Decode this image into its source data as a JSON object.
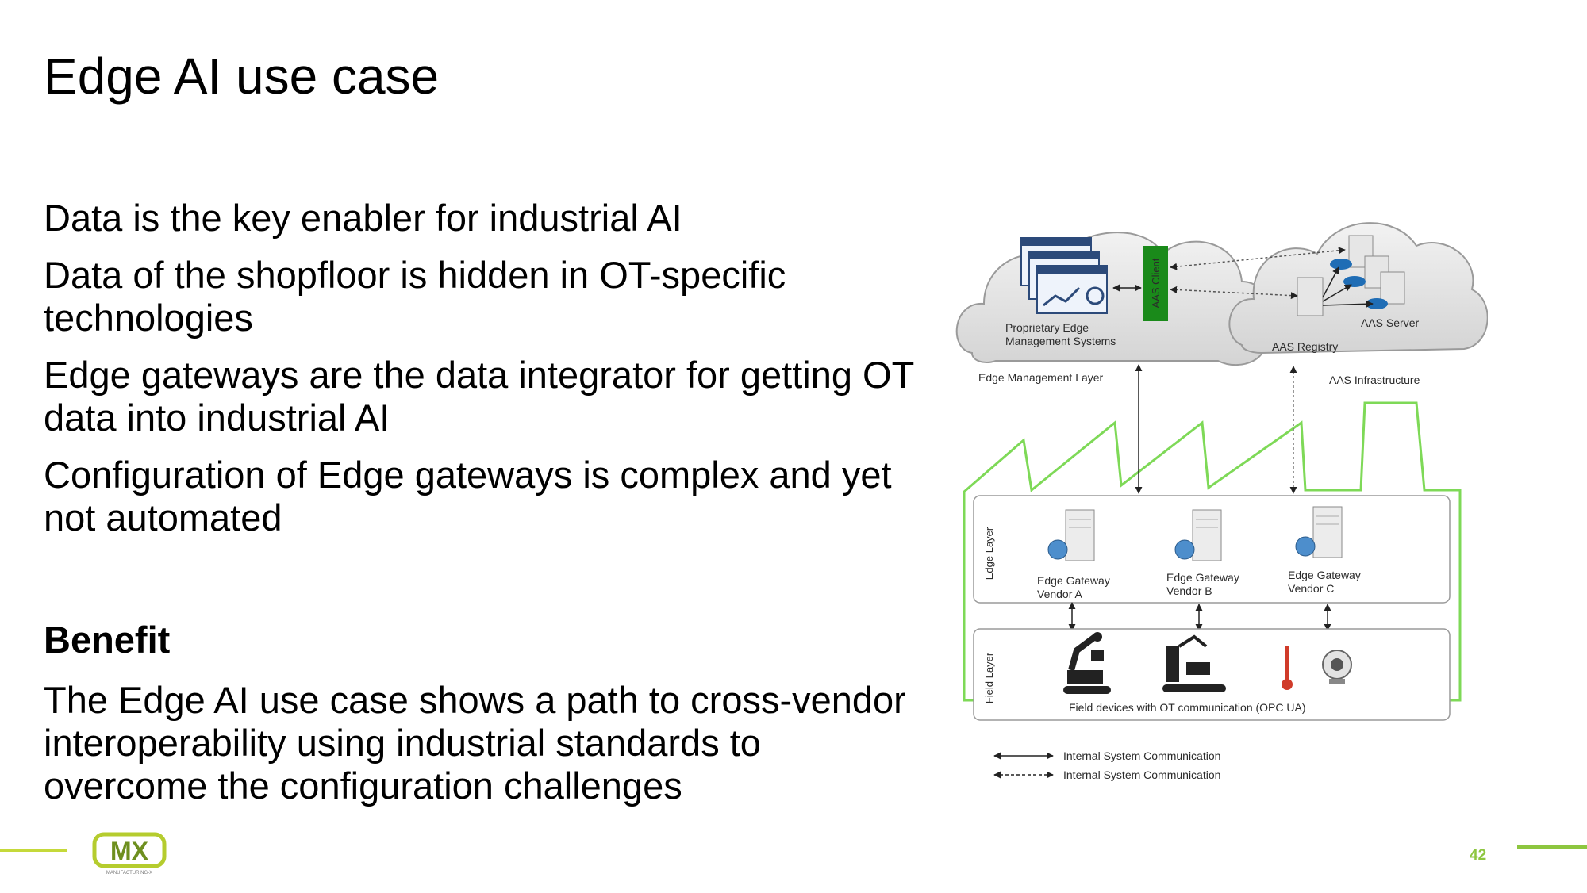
{
  "slide": {
    "title": "Edge AI use case",
    "bullets": [
      "Data is the key enabler for industrial AI",
      "Data of the shopfloor is hidden in OT-specific technologies",
      "Edge gateways are the data integrator for getting OT data into industrial AI",
      "Configuration of Edge gateways is complex and yet not automated"
    ],
    "benefit_heading": "Benefit",
    "benefit_text": "The Edge AI use case shows a path to cross-vendor interoperability using industrial standards to overcome the configuration challenges",
    "page_number": "42"
  },
  "logo": {
    "text": "MX",
    "subtext": "MANUFACTURING-X"
  },
  "diagram": {
    "aas_client": "AAS Client",
    "proprietary_edge": "Proprietary Edge",
    "management_systems": "Management Systems",
    "edge_management_layer": "Edge Management Layer",
    "aas_server": "AAS Server",
    "aas_registry": "AAS Registry",
    "aas_infrastructure": "AAS Infrastructure",
    "edge_layer": "Edge Layer",
    "field_layer": "Field Layer",
    "gateways": [
      {
        "line1": "Edge Gateway",
        "line2": "Vendor A"
      },
      {
        "line1": "Edge Gateway",
        "line2": "Vendor B"
      },
      {
        "line1": "Edge Gateway",
        "line2": "Vendor C"
      }
    ],
    "field_devices": "Field devices with OT communication (OPC UA)",
    "legend": [
      "Internal System Communication",
      "Internal System Communication"
    ],
    "colors": {
      "factory_outline": "#7ed957",
      "aas_client": "#1a8a1a"
    }
  }
}
